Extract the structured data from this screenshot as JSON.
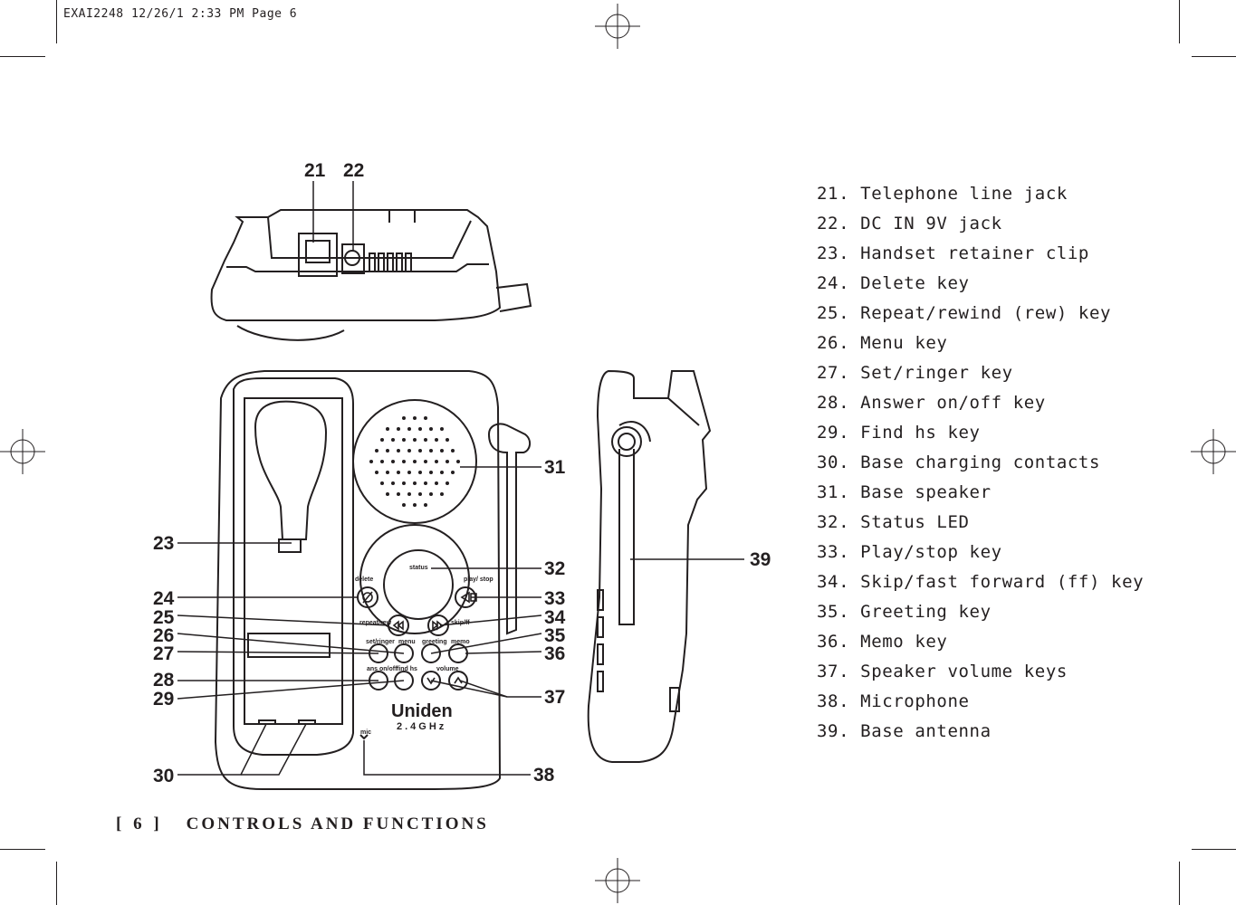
{
  "slug": "EXAI2248  12/26/1 2:33 PM  Page 6",
  "footer": {
    "page_label": "[ 6 ]",
    "section_title": "CONTROLS AND FUNCTIONS"
  },
  "device_labels": {
    "status": "status",
    "delete": "delete",
    "play_stop": "play/\nstop",
    "repeat_rew": "repeat/rew",
    "skip_ff": "skip/ff",
    "set_ringer": "set/ringer",
    "menu": "menu",
    "greeting": "greeting",
    "memo": "memo",
    "ans_onoff": "ans on/off",
    "find_hs": "find hs",
    "volume": "volume",
    "brand": "Uniden",
    "band": "2.4GHz",
    "mic": "mic"
  },
  "callouts": [
    "21",
    "22",
    "23",
    "24",
    "25",
    "26",
    "27",
    "28",
    "29",
    "30",
    "31",
    "32",
    "33",
    "34",
    "35",
    "36",
    "37",
    "38",
    "39"
  ],
  "legend": [
    "21. Telephone line jack",
    "22. DC IN 9V jack",
    "23. Handset retainer clip",
    "24. Delete key",
    "25. Repeat/rewind (rew) key",
    "26. Menu key",
    "27. Set/ringer key",
    "28. Answer on/off key",
    "29. Find hs key",
    "30. Base charging contacts",
    "31. Base speaker",
    "32. Status LED",
    "33. Play/stop key",
    "34. Skip/fast forward (ff) key",
    "35. Greeting key",
    "36. Memo key",
    "37. Speaker volume keys",
    "38. Microphone",
    "39. Base antenna"
  ]
}
